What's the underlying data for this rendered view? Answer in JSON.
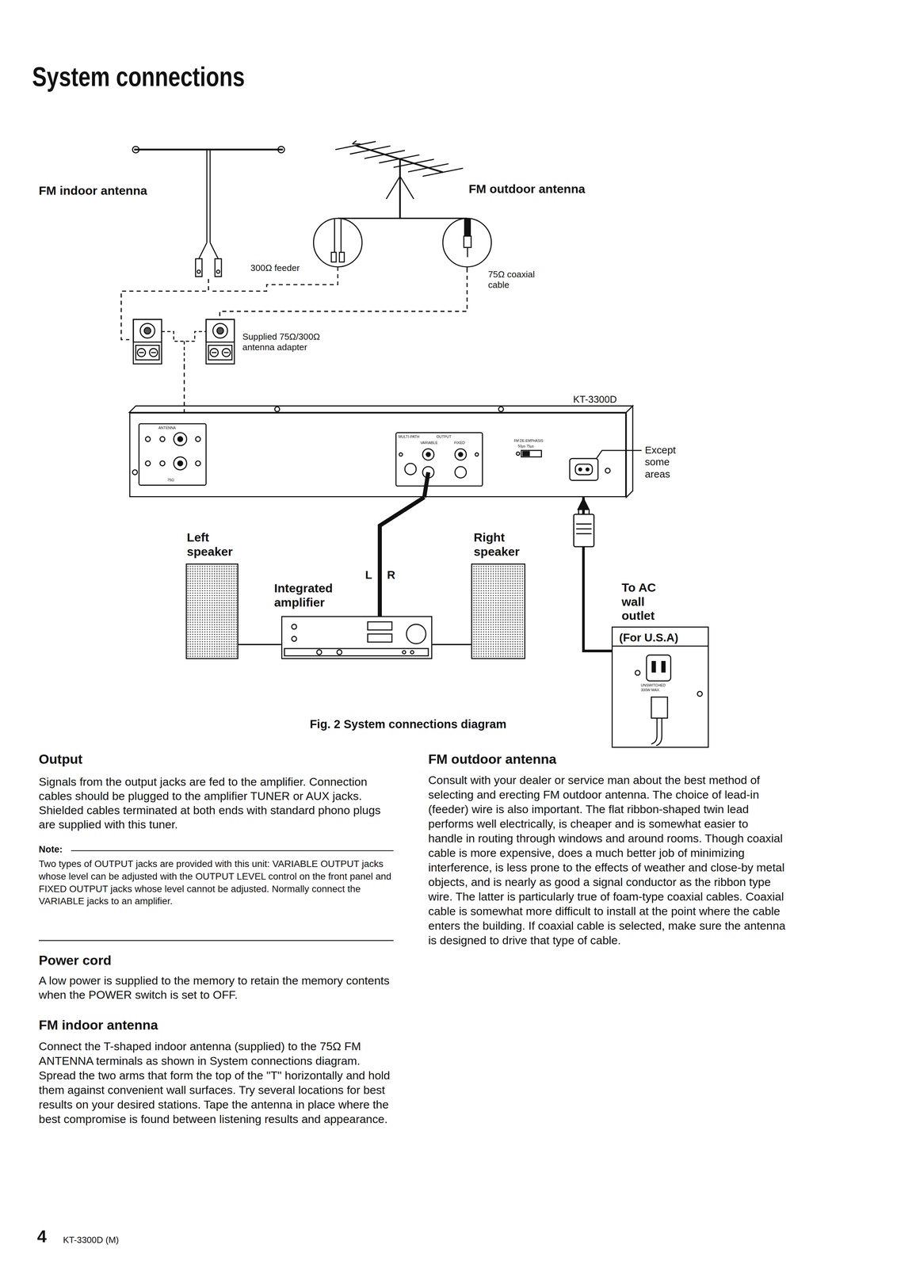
{
  "diagram": {
    "title": "System connections",
    "caption": "Fig. 2 System connections diagram",
    "nodes": [
      {
        "text": [
          "FM indoor antenna"
        ]
      },
      {
        "text": [
          "FM outdoor antenna"
        ]
      },
      {
        "text": [
          "Supplied 75Ω/300Ω antenna adapter"
        ]
      },
      {
        "text": [
          "KT-3300D"
        ]
      },
      {
        "text": [
          "Left speaker"
        ]
      },
      {
        "text": [
          "Integrated amplifier"
        ]
      },
      {
        "text": [
          "Right speaker"
        ]
      },
      {
        "text": [
          "To AC wall outlet",
          "(For U.S.A)"
        ]
      }
    ],
    "edges": [
      {
        "from": 0,
        "to": 2,
        "arrow": "none"
      },
      {
        "from": 1,
        "to": 2,
        "arrow": "none"
      },
      {
        "from": 2,
        "to": 3,
        "arrow": "none"
      },
      {
        "from": 3,
        "to": 5,
        "arrow": "none"
      },
      {
        "from": 5,
        "to": 4,
        "arrow": "none"
      },
      {
        "from": 5,
        "to": 6,
        "arrow": "none"
      },
      {
        "from": 7,
        "to": 3,
        "arrow": "to"
      }
    ],
    "labels": [
      "300Ω feeder",
      "75Ω coaxial cable",
      "ANTENNA",
      "75Ω",
      "MULTI-PATH",
      "OUTPUT",
      "VARIABLE",
      "FIXED",
      "FM DE-EMPHASIS",
      "50μs 75μs",
      "Except some areas",
      "L",
      "R",
      "UNSWITCHED 300W MAX.",
      "Output",
      "Signals from the output jacks are fed to the amplifier. Connection cables should be plugged to the amplifier TUNER or AUX jacks. Shielded cables terminated at both ends with standard phono plugs are supplied with this tuner.",
      "Note:",
      "Two types of OUTPUT jacks are provided with this unit: VARIABLE OUTPUT jacks whose level can be adjusted with the OUTPUT LEVEL control on the front panel and FIXED OUTPUT jacks whose level cannot be adjusted. Normally connect the VARIABLE jacks to an amplifier.",
      "Power cord",
      "A low power is supplied to the memory to retain the memory contents when the POWER switch is set to OFF.",
      "FM indoor antenna",
      "Connect the T-shaped indoor antenna (supplied) to the 75Ω FM ANTENNA terminals as shown in System connections diagram. Spread the two arms that form the top of the \"T\" horizontally and hold them against convenient wall surfaces. Try several locations for best results on your desired stations. Tape the antenna in place where the best compromise is found between listening results and appearance.",
      "FM outdoor antenna",
      "Consult with your dealer or service man about the best method of selecting and erecting FM outdoor antenna. The choice of lead-in (feeder) wire is also important. The flat ribbon-shaped twin lead performs well electrically, is cheaper and is somewhat easier to handle in routing through windows and around rooms. Though coaxial cable is more expensive, does a much better job of minimizing interference, is less prone to the effects of weather and close-by metal objects, and is nearly as good a signal conductor as the ribbon type wire. The latter is particularly true of foam-type coaxial cables. Coaxial cable is somewhat more difficult to install at the point where the cable enters the building. If coaxial cable is selected, make sure the antenna is designed to drive that type of cable.",
      "4",
      "KT-3300D (M)"
    ]
  }
}
